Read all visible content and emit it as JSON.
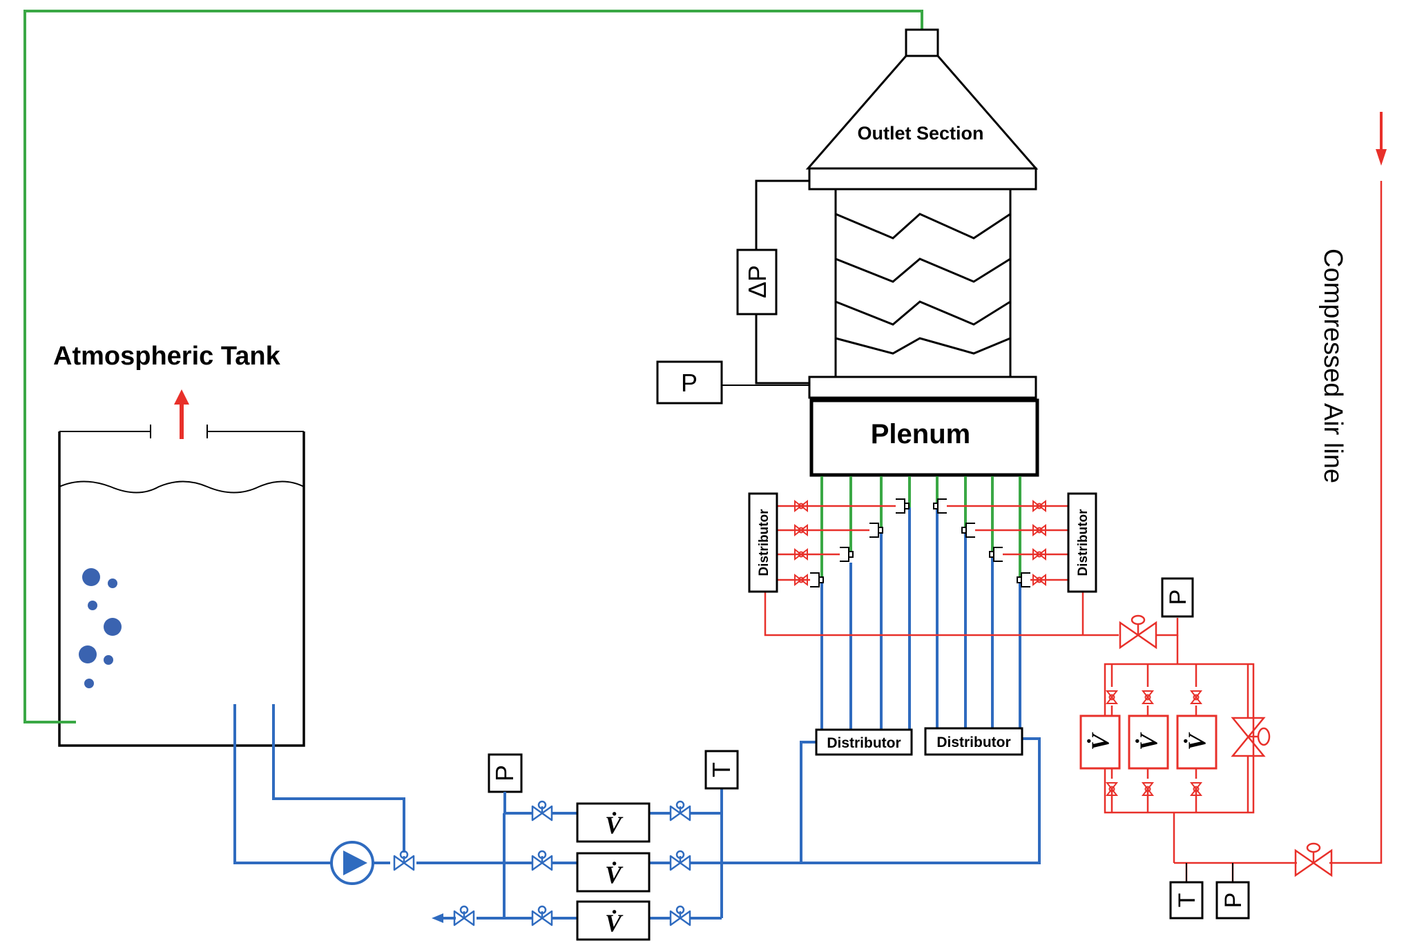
{
  "labels": {
    "tank_title": "Atmospheric Tank",
    "outlet_section": "Outlet Section",
    "plenum": "Plenum",
    "compressed_air": "Compressed Air line",
    "distributor": "Distributor",
    "delta_p": "ΔP",
    "p": "P",
    "t": "T",
    "flow_meter": "V̇"
  },
  "colors": {
    "water": "#2f6bbf",
    "air": "#e8302a",
    "return": "#3aa845",
    "outline": "#000000",
    "bubble": "#3a63b0"
  }
}
